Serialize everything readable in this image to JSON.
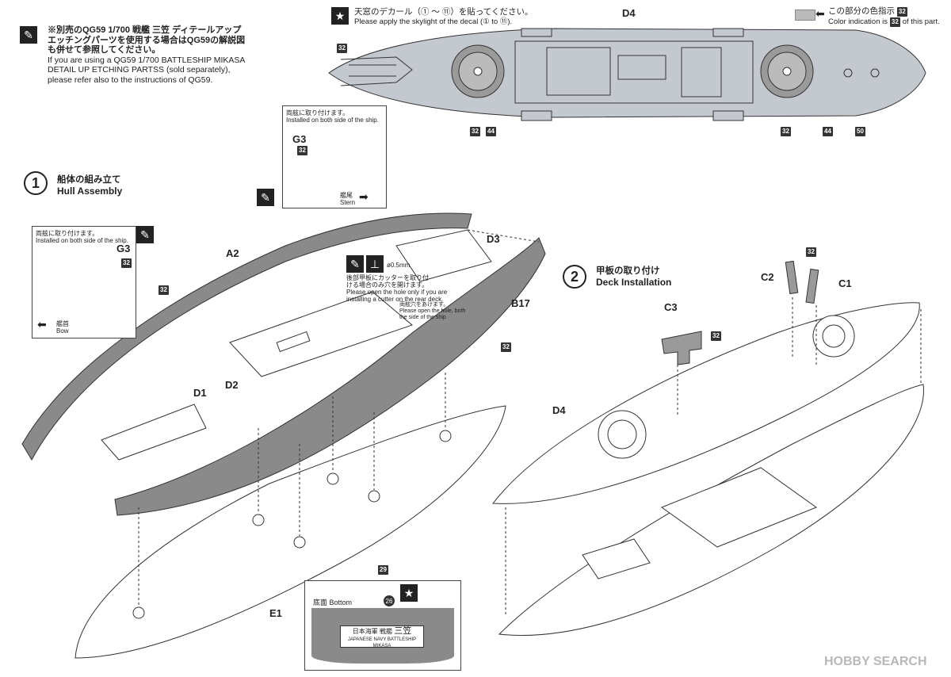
{
  "top_note": {
    "line1": "※別売のQG59 1/700 戦艦 三笠 ディテールアップ",
    "line2": "エッチングパーツを使用する場合はQG59の解説図",
    "line3": "も併せて参照してください。",
    "line4": "If you are using a QG59 1/700 BATTLESHIP MIKASA",
    "line5": "DETAIL UP ETCHING PARTSS (sold separately),",
    "line6": "please refer also to the instructions of QG59."
  },
  "decal_note": {
    "jp": "天窓のデカール（① ～ ⑪）を貼ってください。",
    "en": "Please apply the skylight of the decal (① to ⑪)."
  },
  "color_note": {
    "jp": "この部分の色指示",
    "badge": "32",
    "en_prefix": "Color indication is",
    "en_suffix": "of this part."
  },
  "top_deck": {
    "label": "D4",
    "badges": [
      "32",
      "32",
      "44",
      "32",
      "44",
      "50"
    ]
  },
  "step1": {
    "number": "1",
    "title_jp": "船体の組み立て",
    "title_en": "Hull Assembly"
  },
  "step2": {
    "number": "2",
    "title_jp": "甲板の取り付け",
    "title_en": "Deck Installation"
  },
  "inset_stern": {
    "jp": "両舷に取り付けます。",
    "en": "Installed on both side of the ship.",
    "part": "G3",
    "badge": "32",
    "dir_jp": "艦尾",
    "dir_en": "Stern"
  },
  "inset_bow": {
    "jp": "両舷に取り付けます。",
    "en": "Installed on both side of the ship.",
    "part": "G3",
    "badge": "32",
    "dir_jp": "艦首",
    "dir_en": "Bow"
  },
  "hole_note": {
    "size": "ø0.5mm",
    "jp1": "後部甲板にカッターを取り付",
    "jp2": "ける場合のみ穴を開けます。",
    "en1": "Please open the hole only if you are",
    "en2": "installing a cutter on the rear deck.",
    "sub_jp": "両舷穴をあけます。",
    "sub_en1": "Please open the hole, both",
    "sub_en2": "the side of the ship"
  },
  "parts": {
    "A2": "A2",
    "D3": "D3",
    "B17": "B17",
    "D2": "D2",
    "D1": "D1",
    "E1": "E1",
    "C1": "C1",
    "C2": "C2",
    "C3": "C3",
    "D4": "D4",
    "D1_deck": "D1",
    "D2_deck": "D2",
    "D3_deck": "D3"
  },
  "step1_badges": {
    "b_left": "32",
    "b_right": "32",
    "b_bottom": "29"
  },
  "step2_badges": {
    "b_c": "32",
    "b_c3": "32"
  },
  "bottom_inset": {
    "jp": "底面",
    "en": "Bottom",
    "decal_no": "26",
    "plate_jp": "日本海軍 戦艦",
    "plate_name": "三笠",
    "plate_en": "JAPANESE NAVY BATTLESHIP MIKASA"
  },
  "watermark": "HOBBY SEARCH",
  "colors": {
    "hull_gray": "#8a8a8a",
    "deck_fill": "#c4c8cf",
    "line": "#333333"
  }
}
